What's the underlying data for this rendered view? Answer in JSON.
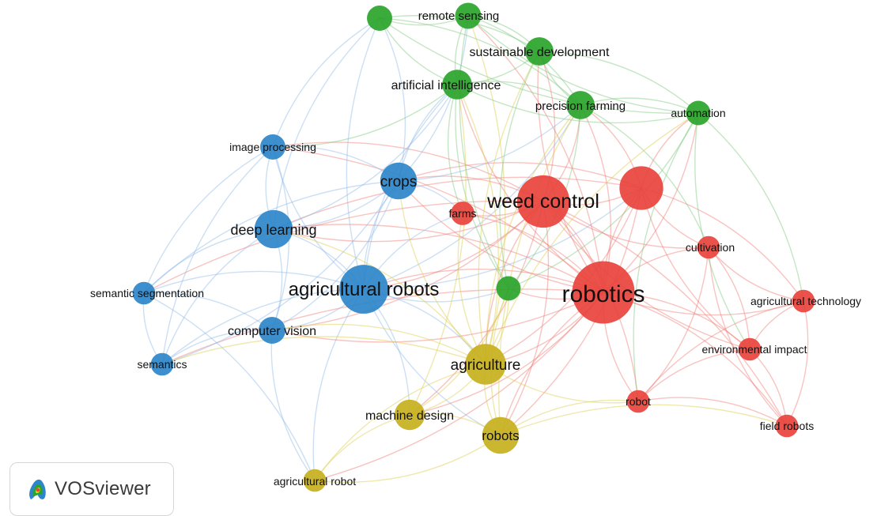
{
  "colors": {
    "red": "#e8433c",
    "blue": "#2d86c9",
    "green": "#2aa42a",
    "yellow": "#c7b01d",
    "link_red": "#f07a74",
    "link_blue": "#8fb9e6",
    "link_green": "#7cc77c",
    "link_yellow": "#dccd4a"
  },
  "nodes": [
    {
      "id": "robotics",
      "label": "robotics",
      "cluster": "red",
      "weight": 100
    },
    {
      "id": "weed-control",
      "label": "weed control",
      "cluster": "red",
      "weight": 68
    },
    {
      "id": "red-unlabeled",
      "label": "",
      "cluster": "red",
      "weight": 45
    },
    {
      "id": "farms",
      "label": "farms",
      "cluster": "red",
      "weight": 10
    },
    {
      "id": "cultivation",
      "label": "cultivation",
      "cluster": "red",
      "weight": 9
    },
    {
      "id": "agricultural-technology",
      "label": "agricultural technology",
      "cluster": "red",
      "weight": 9
    },
    {
      "id": "environmental-impact",
      "label": "environmental impact",
      "cluster": "red",
      "weight": 9
    },
    {
      "id": "robot",
      "label": "robot",
      "cluster": "red",
      "weight": 9
    },
    {
      "id": "field-robots",
      "label": "field robots",
      "cluster": "red",
      "weight": 9
    },
    {
      "id": "agricultural-robots",
      "label": "agricultural robots",
      "cluster": "blue",
      "weight": 58
    },
    {
      "id": "crops",
      "label": "crops",
      "cluster": "blue",
      "weight": 30
    },
    {
      "id": "deep-learning",
      "label": "deep learning",
      "cluster": "blue",
      "weight": 33
    },
    {
      "id": "image-processing",
      "label": "image processing",
      "cluster": "blue",
      "weight": 12
    },
    {
      "id": "semantic-segmentation",
      "label": "semantic segmentation",
      "cluster": "blue",
      "weight": 9
    },
    {
      "id": "computer-vision",
      "label": "computer vision",
      "cluster": "blue",
      "weight": 14
    },
    {
      "id": "semantics",
      "label": "semantics",
      "cluster": "blue",
      "weight": 9
    },
    {
      "id": "green-top",
      "label": "",
      "cluster": "green",
      "weight": 12
    },
    {
      "id": "remote-sensing",
      "label": "remote sensing",
      "cluster": "green",
      "weight": 13
    },
    {
      "id": "sustainable-development",
      "label": "sustainable development",
      "cluster": "green",
      "weight": 16
    },
    {
      "id": "artificial-intelligence",
      "label": "artificial intelligence",
      "cluster": "green",
      "weight": 18
    },
    {
      "id": "precision-farming",
      "label": "precision farming",
      "cluster": "green",
      "weight": 16
    },
    {
      "id": "automation",
      "label": "automation",
      "cluster": "green",
      "weight": 11
    },
    {
      "id": "green-center",
      "label": "",
      "cluster": "green",
      "weight": 11
    },
    {
      "id": "agriculture",
      "label": "agriculture",
      "cluster": "yellow",
      "weight": 38
    },
    {
      "id": "robots",
      "label": "robots",
      "cluster": "yellow",
      "weight": 30
    },
    {
      "id": "machine-design",
      "label": "machine design",
      "cluster": "yellow",
      "weight": 19
    },
    {
      "id": "agricultural-robot",
      "label": "agricultural robot",
      "cluster": "yellow",
      "weight": 9
    }
  ],
  "links": [
    [
      "robotics",
      "weed-control"
    ],
    [
      "robotics",
      "red-unlabeled"
    ],
    [
      "robotics",
      "farms"
    ],
    [
      "robotics",
      "cultivation"
    ],
    [
      "robotics",
      "agricultural-technology"
    ],
    [
      "robotics",
      "environmental-impact"
    ],
    [
      "robotics",
      "robot"
    ],
    [
      "robotics",
      "field-robots"
    ],
    [
      "robotics",
      "agricultural-robots"
    ],
    [
      "robotics",
      "crops"
    ],
    [
      "robotics",
      "deep-learning"
    ],
    [
      "robotics",
      "agriculture"
    ],
    [
      "robotics",
      "robots"
    ],
    [
      "robotics",
      "machine-design"
    ],
    [
      "robotics",
      "precision-farming"
    ],
    [
      "robotics",
      "artificial-intelligence"
    ],
    [
      "robotics",
      "automation"
    ],
    [
      "robotics",
      "sustainable-development"
    ],
    [
      "robotics",
      "remote-sensing"
    ],
    [
      "robotics",
      "green-center"
    ],
    [
      "robotics",
      "image-processing"
    ],
    [
      "robotics",
      "computer-vision"
    ],
    [
      "robotics",
      "semantics"
    ],
    [
      "robotics",
      "agricultural-robot"
    ],
    [
      "weed-control",
      "red-unlabeled"
    ],
    [
      "weed-control",
      "farms"
    ],
    [
      "weed-control",
      "cultivation"
    ],
    [
      "weed-control",
      "agricultural-robots"
    ],
    [
      "weed-control",
      "crops"
    ],
    [
      "weed-control",
      "deep-learning"
    ],
    [
      "weed-control",
      "agriculture"
    ],
    [
      "weed-control",
      "robots"
    ],
    [
      "weed-control",
      "precision-farming"
    ],
    [
      "weed-control",
      "robot"
    ],
    [
      "weed-control",
      "environmental-impact"
    ],
    [
      "weed-control",
      "field-robots"
    ],
    [
      "weed-control",
      "image-processing"
    ],
    [
      "weed-control",
      "computer-vision"
    ],
    [
      "weed-control",
      "semantic-segmentation"
    ],
    [
      "weed-control",
      "machine-design"
    ],
    [
      "red-unlabeled",
      "cultivation"
    ],
    [
      "red-unlabeled",
      "agricultural-technology"
    ],
    [
      "red-unlabeled",
      "environmental-impact"
    ],
    [
      "red-unlabeled",
      "agricultural-robots"
    ],
    [
      "red-unlabeled",
      "crops"
    ],
    [
      "red-unlabeled",
      "agriculture"
    ],
    [
      "red-unlabeled",
      "deep-learning"
    ],
    [
      "red-unlabeled",
      "robots"
    ],
    [
      "red-unlabeled",
      "precision-farming"
    ],
    [
      "red-unlabeled",
      "automation"
    ],
    [
      "cultivation",
      "agricultural-technology"
    ],
    [
      "cultivation",
      "environmental-impact"
    ],
    [
      "cultivation",
      "field-robots"
    ],
    [
      "cultivation",
      "robot"
    ],
    [
      "agricultural-technology",
      "environmental-impact"
    ],
    [
      "agricultural-technology",
      "field-robots"
    ],
    [
      "agricultural-technology",
      "robot"
    ],
    [
      "environmental-impact",
      "field-robots"
    ],
    [
      "environmental-impact",
      "robot"
    ],
    [
      "robot",
      "field-robots"
    ],
    [
      "robot",
      "robots"
    ],
    [
      "robot",
      "agriculture"
    ],
    [
      "field-robots",
      "robots"
    ],
    [
      "agricultural-robots",
      "crops"
    ],
    [
      "agricultural-robots",
      "deep-learning"
    ],
    [
      "agricultural-robots",
      "image-processing"
    ],
    [
      "agricultural-robots",
      "semantic-segmentation"
    ],
    [
      "agricultural-robots",
      "computer-vision"
    ],
    [
      "agricultural-robots",
      "semantics"
    ],
    [
      "agricultural-robots",
      "agriculture"
    ],
    [
      "agricultural-robots",
      "robots"
    ],
    [
      "agricultural-robots",
      "machine-design"
    ],
    [
      "agricultural-robots",
      "agricultural-robot"
    ],
    [
      "agricultural-robots",
      "artificial-intelligence"
    ],
    [
      "agricultural-robots",
      "precision-farming"
    ],
    [
      "agricultural-robots",
      "farms"
    ],
    [
      "agricultural-robots",
      "green-center"
    ],
    [
      "crops",
      "deep-learning"
    ],
    [
      "crops",
      "image-processing"
    ],
    [
      "crops",
      "computer-vision"
    ],
    [
      "crops",
      "semantic-segmentation"
    ],
    [
      "crops",
      "semantics"
    ],
    [
      "crops",
      "agriculture"
    ],
    [
      "crops",
      "farms"
    ],
    [
      "crops",
      "precision-farming"
    ],
    [
      "crops",
      "artificial-intelligence"
    ],
    [
      "crops",
      "remote-sensing"
    ],
    [
      "deep-learning",
      "image-processing"
    ],
    [
      "deep-learning",
      "semantic-segmentation"
    ],
    [
      "deep-learning",
      "computer-vision"
    ],
    [
      "deep-learning",
      "semantics"
    ],
    [
      "deep-learning",
      "agriculture"
    ],
    [
      "deep-learning",
      "artificial-intelligence"
    ],
    [
      "deep-learning",
      "green-top"
    ],
    [
      "image-processing",
      "semantic-segmentation"
    ],
    [
      "image-processing",
      "computer-vision"
    ],
    [
      "image-processing",
      "semantics"
    ],
    [
      "image-processing",
      "green-top"
    ],
    [
      "image-processing",
      "artificial-intelligence"
    ],
    [
      "semantic-segmentation",
      "computer-vision"
    ],
    [
      "semantic-segmentation",
      "semantics"
    ],
    [
      "semantic-segmentation",
      "agricultural-robot"
    ],
    [
      "computer-vision",
      "semantics"
    ],
    [
      "computer-vision",
      "agriculture"
    ],
    [
      "computer-vision",
      "agricultural-robot"
    ],
    [
      "semantics",
      "agriculture"
    ],
    [
      "green-top",
      "remote-sensing"
    ],
    [
      "green-top",
      "sustainable-development"
    ],
    [
      "green-top",
      "artificial-intelligence"
    ],
    [
      "green-top",
      "precision-farming"
    ],
    [
      "green-top",
      "automation"
    ],
    [
      "green-top",
      "crops"
    ],
    [
      "green-top",
      "agricultural-robots"
    ],
    [
      "remote-sensing",
      "sustainable-development"
    ],
    [
      "remote-sensing",
      "artificial-intelligence"
    ],
    [
      "remote-sensing",
      "precision-farming"
    ],
    [
      "remote-sensing",
      "automation"
    ],
    [
      "remote-sensing",
      "agriculture"
    ],
    [
      "remote-sensing",
      "green-center"
    ],
    [
      "sustainable-development",
      "artificial-intelligence"
    ],
    [
      "sustainable-development",
      "precision-farming"
    ],
    [
      "sustainable-development",
      "automation"
    ],
    [
      "sustainable-development",
      "agriculture"
    ],
    [
      "sustainable-development",
      "weed-control"
    ],
    [
      "sustainable-development",
      "green-center"
    ],
    [
      "artificial-intelligence",
      "precision-farming"
    ],
    [
      "artificial-intelligence",
      "automation"
    ],
    [
      "artificial-intelligence",
      "agriculture"
    ],
    [
      "artificial-intelligence",
      "green-center"
    ],
    [
      "artificial-intelligence",
      "machine-design"
    ],
    [
      "artificial-intelligence",
      "farms"
    ],
    [
      "precision-farming",
      "automation"
    ],
    [
      "precision-farming",
      "agriculture"
    ],
    [
      "precision-farming",
      "green-center"
    ],
    [
      "precision-farming",
      "robots"
    ],
    [
      "precision-farming",
      "cultivation"
    ],
    [
      "automation",
      "agriculture"
    ],
    [
      "automation",
      "green-center"
    ],
    [
      "automation",
      "environmental-impact"
    ],
    [
      "automation",
      "agricultural-technology"
    ],
    [
      "automation",
      "robot"
    ],
    [
      "green-center",
      "agriculture"
    ],
    [
      "green-center",
      "robots"
    ],
    [
      "green-center",
      "machine-design"
    ],
    [
      "agriculture",
      "robots"
    ],
    [
      "agriculture",
      "machine-design"
    ],
    [
      "agriculture",
      "agricultural-robot"
    ],
    [
      "agriculture",
      "farms"
    ],
    [
      "robots",
      "machine-design"
    ],
    [
      "robots",
      "agricultural-robot"
    ],
    [
      "machine-design",
      "agricultural-robot"
    ]
  ],
  "branding": {
    "name": "VOSviewer"
  }
}
